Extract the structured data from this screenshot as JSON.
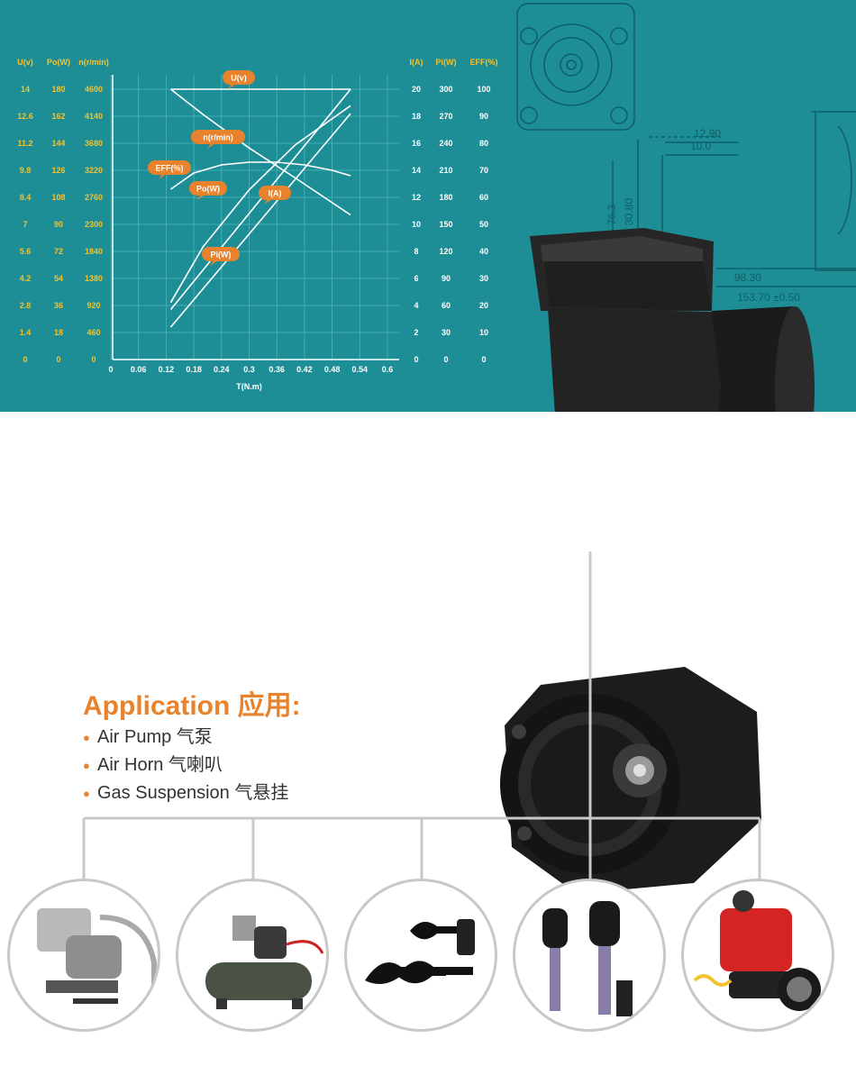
{
  "chart_data": {
    "type": "line",
    "xlabel": "T(N.m)",
    "x_ticks": [
      "0",
      "0.06",
      "0.12",
      "0.18",
      "0.24",
      "0.3",
      "0.36",
      "0.42",
      "0.48",
      "0.54",
      "0.6"
    ],
    "xlim": [
      0,
      0.6
    ],
    "left_axes": [
      {
        "label": "U(v)",
        "ticks": [
          "0",
          "1.4",
          "2.8",
          "4.2",
          "5.6",
          "7",
          "8.4",
          "9.8",
          "11.2",
          "12.6",
          "14"
        ],
        "range": [
          0,
          14
        ]
      },
      {
        "label": "Po(W)",
        "ticks": [
          "0",
          "18",
          "36",
          "54",
          "72",
          "90",
          "108",
          "126",
          "144",
          "162",
          "180"
        ],
        "range": [
          0,
          180
        ]
      },
      {
        "label": "n(r/min)",
        "ticks": [
          "0",
          "460",
          "920",
          "1380",
          "1840",
          "2300",
          "2760",
          "3220",
          "3680",
          "4140",
          "4600"
        ],
        "range": [
          0,
          4600
        ]
      }
    ],
    "right_axes": [
      {
        "label": "I(A)",
        "ticks": [
          "0",
          "2",
          "4",
          "6",
          "8",
          "10",
          "12",
          "14",
          "16",
          "18",
          "20"
        ],
        "range": [
          0,
          20
        ]
      },
      {
        "label": "Pi(W)",
        "ticks": [
          "0",
          "30",
          "60",
          "90",
          "120",
          "150",
          "180",
          "210",
          "240",
          "270",
          "300"
        ],
        "range": [
          0,
          300
        ]
      },
      {
        "label": "EFF(%)",
        "ticks": [
          "0",
          "10",
          "20",
          "30",
          "40",
          "50",
          "60",
          "70",
          "80",
          "90",
          "100"
        ],
        "range": [
          0,
          100
        ]
      }
    ],
    "grid": true,
    "series": [
      {
        "name": "U(v)",
        "axis": "U(v)",
        "x": [
          0.13,
          0.52
        ],
        "y": [
          14.0,
          14.0
        ]
      },
      {
        "name": "n(r/min)",
        "axis": "n(r/min)",
        "x": [
          0.13,
          0.2,
          0.3,
          0.4,
          0.52
        ],
        "y": [
          4600,
          4170,
          3600,
          3090,
          2460
        ]
      },
      {
        "name": "EFF(%)",
        "axis": "EFF(%)",
        "x": [
          0.13,
          0.18,
          0.24,
          0.3,
          0.36,
          0.42,
          0.48,
          0.52
        ],
        "y": [
          63,
          69,
          72,
          73,
          73,
          72,
          70,
          68
        ]
      },
      {
        "name": "Po(W)",
        "axis": "Po(W)",
        "x": [
          0.13,
          0.2,
          0.3,
          0.4,
          0.52
        ],
        "y": [
          38,
          75,
          113,
          143,
          169
        ]
      },
      {
        "name": "I(A)",
        "axis": "I(A)",
        "x": [
          0.13,
          0.52
        ],
        "y": [
          3.7,
          20.0
        ]
      },
      {
        "name": "Pi(W)",
        "axis": "Pi(W)",
        "x": [
          0.13,
          0.52
        ],
        "y": [
          36,
          273
        ]
      }
    ]
  },
  "drawing_dims": [
    "12.90",
    "10.0",
    "76.3",
    "30.80",
    "98.30",
    "153.70 ±0.50"
  ],
  "application": {
    "title": "Application 应用:",
    "items": [
      "Air Pump 气泵",
      "Air Horn 气喇叭",
      "Gas Suspension 气悬挂"
    ]
  },
  "colors": {
    "banner": "#1e8e96",
    "axis_labels": "#f2c230",
    "callout": "#e8822c",
    "accent": "#e8822c",
    "connector": "#c8c8c8"
  }
}
